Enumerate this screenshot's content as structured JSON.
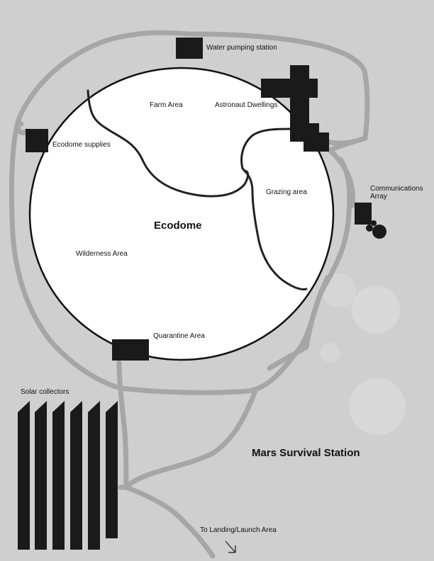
{
  "title": "Mars Survival Station",
  "dome_label": "Ecodome",
  "areas": {
    "farm": "Farm Area",
    "astronaut_dwellings": "Astronaut Dwellings",
    "grazing": "Grazing area",
    "wilderness": "Wilderness Area",
    "quarantine": "Quarantine Area"
  },
  "facilities": {
    "water_pumping": "Water pumping station",
    "ecodome_supplies": "Ecodome supplies",
    "communications_line1": "Communications",
    "communications_line2": "Array",
    "solar_collectors": "Solar collectors"
  },
  "exit": {
    "landing": "To Landing/Launch Area"
  },
  "colors": {
    "background": "#cfcfcf",
    "dome": "#ffffff",
    "road": "#a6a6a6",
    "building": "#1a1a1a",
    "boundary": "#222222",
    "faint_circles": "#d8d8d8"
  }
}
